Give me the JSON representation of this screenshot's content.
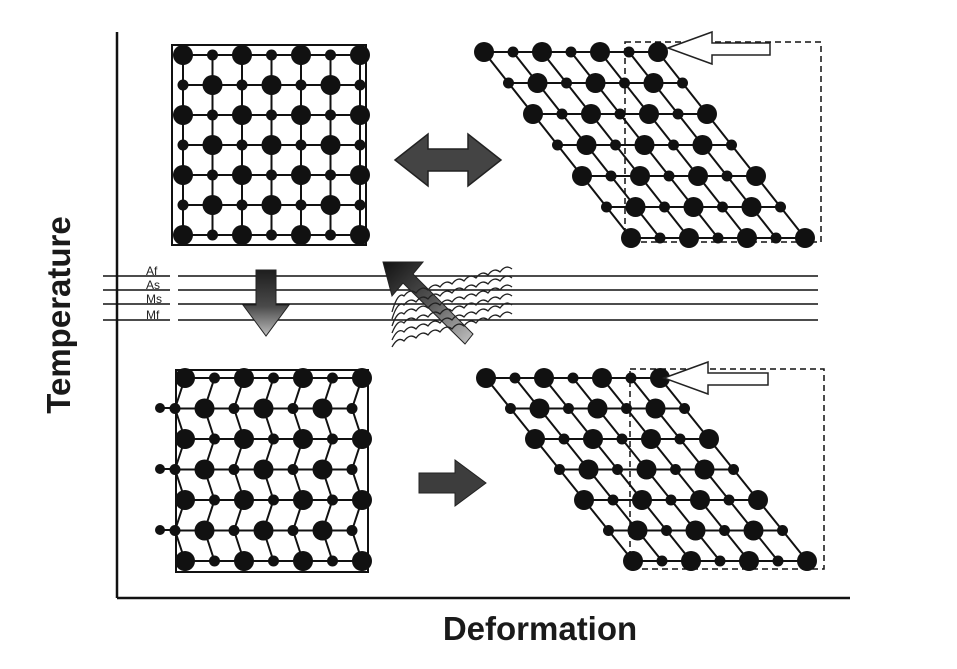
{
  "axes": {
    "x_title": "Deformation",
    "y_title": "Temperature"
  },
  "temperature_lines": [
    "Af",
    "As",
    "Ms",
    "Mf"
  ],
  "panels": [
    {
      "id": "austenite",
      "shape": "square",
      "phase": "austenite"
    },
    {
      "id": "deformed-high-temp",
      "shape": "sheared",
      "phase": "austenite"
    },
    {
      "id": "twinned-martensite",
      "shape": "square-zigzag",
      "phase": "martensite"
    },
    {
      "id": "deformed-martensite",
      "shape": "sheared",
      "phase": "martensite"
    }
  ],
  "arrows": [
    {
      "id": "reversible",
      "shape": "double-horizontal"
    },
    {
      "id": "cooling",
      "shape": "down"
    },
    {
      "id": "deform",
      "shape": "right"
    },
    {
      "id": "heating",
      "shape": "up-left"
    }
  ],
  "colors": {
    "ink": "#111111",
    "arrow_dark": "#3a3a3a",
    "arrow_light": "#9a9a9a"
  }
}
